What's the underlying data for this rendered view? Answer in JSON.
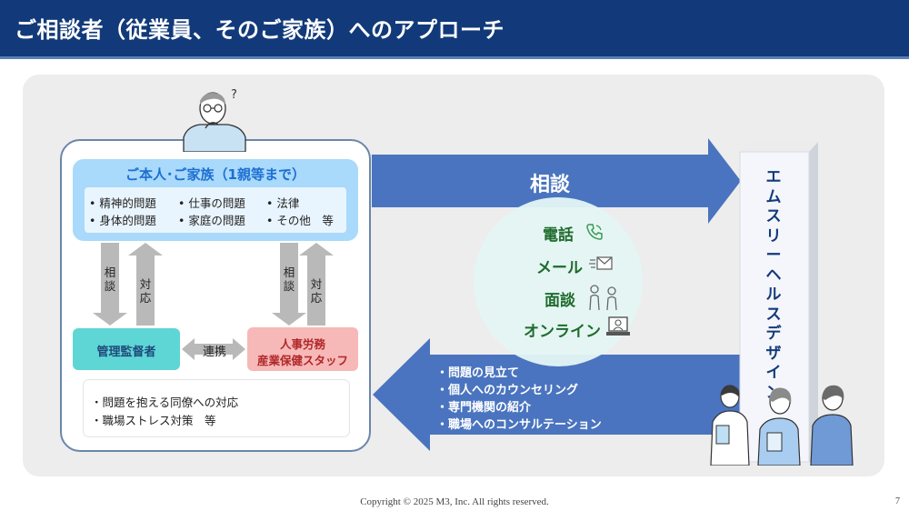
{
  "header": {
    "title": "ご相談者（従業員、そのご家族）へのアプローチ"
  },
  "family": {
    "title": "ご本人･ご家族（1親等まで）",
    "issues": [
      "精神的問題",
      "仕事の問題",
      "法律",
      "身体的問題",
      "家庭の問題",
      "その他　等"
    ]
  },
  "arrows": {
    "consult": "相談",
    "respond": "対応"
  },
  "manager": {
    "label": "管理監督者"
  },
  "hr": {
    "line1": "人事労務",
    "line2": "産業保健スタッフ"
  },
  "collab": {
    "label": "連携"
  },
  "workplace": {
    "items": [
      "問題を抱える同僚への対応",
      "職場ストレス対策　等"
    ]
  },
  "consult_arrow": {
    "label": "相談"
  },
  "channels": [
    "電話",
    "メール",
    "面談",
    "オンライン"
  ],
  "services": [
    "問題の見立て",
    "個人へのカウンセリング",
    "専門機関の紹介",
    "職場へのコンサルテーション"
  ],
  "org": {
    "name": "エムスリーヘルスデザイン"
  },
  "footer": {
    "copyright": "Copyright © 2025  M3, Inc.  All rights reserved.",
    "page": "7"
  },
  "colors": {
    "header": "#123a7a",
    "arrow": "#4a74bf",
    "family": "#a9d9fb",
    "manager": "#5ed6d5",
    "hr": "#f7b8b8",
    "channel_text": "#1f6b2c"
  }
}
